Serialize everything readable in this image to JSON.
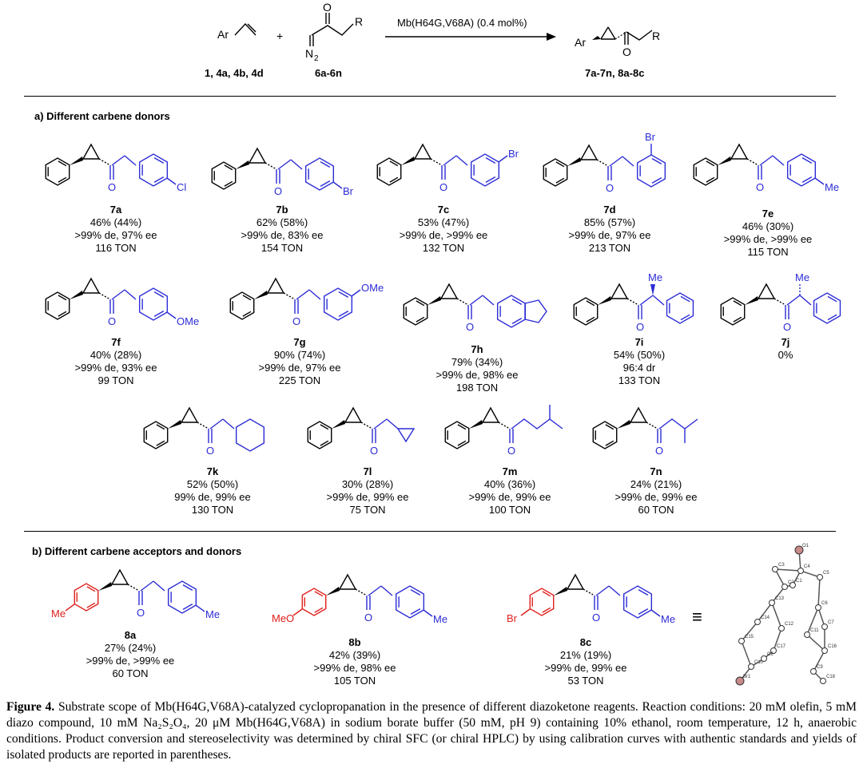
{
  "scheme": {
    "reagent1_text": "Ar",
    "reagent2_top": "O",
    "reagent2_r": "R",
    "reagent2_n2": "N",
    "reagent2_n2_sub": "2",
    "plus": "+",
    "catalyst": "Mb(H64G,V68A) (0.4 mol%)",
    "product_ar": "Ar",
    "product_o": "O",
    "product_r": "R",
    "label1": "1, 4a, 4b, 4d",
    "label2": "6a-6n",
    "label3": "7a-7n, 8a-8c"
  },
  "section_a": {
    "header": "a) Different carbene donors"
  },
  "section_b": {
    "header": "b) Different carbene acceptors and donors"
  },
  "compounds": [
    {
      "id": "7a",
      "yield": "46% (44%)",
      "sel": ">99% de, 97% ee",
      "ton": "116 TON",
      "sub": "Cl"
    },
    {
      "id": "7b",
      "yield": "62% (58%)",
      "sel": ">99% de, 83% ee",
      "ton": "154 TON",
      "sub": "Br"
    },
    {
      "id": "7c",
      "yield": "53% (47%)",
      "sel": ">99% de, >99% ee",
      "ton": "132 TON",
      "sub": "Br"
    },
    {
      "id": "7d",
      "yield": "85% (57%)",
      "sel": ">99% de, 97% ee",
      "ton": "213 TON",
      "sub": "Br"
    },
    {
      "id": "7e",
      "yield": "46% (30%)",
      "sel": ">99% de, >99% ee",
      "ton": "115 TON",
      "sub": "Me"
    },
    {
      "id": "7f",
      "yield": "40% (28%)",
      "sel": ">99% de, 93% ee",
      "ton": "99 TON",
      "sub": "OMe"
    },
    {
      "id": "7g",
      "yield": "90% (74%)",
      "sel": ">99% de, 97% ee",
      "ton": "225 TON",
      "sub": "OMe"
    },
    {
      "id": "7h",
      "yield": "79% (34%)",
      "sel": ">99% de, 98% ee",
      "ton": "198 TON"
    },
    {
      "id": "7i",
      "yield": "54% (50%)",
      "sel": "96:4 dr",
      "ton": "133 TON",
      "sub": "Me"
    },
    {
      "id": "7j",
      "yield": "0%",
      "sub": "Me"
    },
    {
      "id": "7k",
      "yield": "52% (50%)",
      "sel": "99% de, 99% ee",
      "ton": "130 TON"
    },
    {
      "id": "7l",
      "yield": "30% (28%)",
      "sel": ">99% de, 99% ee",
      "ton": "75 TON"
    },
    {
      "id": "7m",
      "yield": "40% (36%)",
      "sel": ">99% de, 99% ee",
      "ton": "100 TON"
    },
    {
      "id": "7n",
      "yield": "24% (21%)",
      "sel": ">99% de, 99% ee",
      "ton": "60 TON"
    },
    {
      "id": "8a",
      "yield": "27% (24%)",
      "sel": ">99% de, >99% ee",
      "ton": "60 TON",
      "sub_left": "Me",
      "sub": "Me"
    },
    {
      "id": "8b",
      "yield": "42% (39%)",
      "sel": ">99% de, 98% ee",
      "ton": "105 TON",
      "sub_left": "MeO",
      "sub": "Me"
    },
    {
      "id": "8c",
      "yield": "21% (19%)",
      "sel": ">99% de, 99% ee",
      "ton": "53 TON",
      "sub_left": "Br",
      "sub": "Me"
    }
  ],
  "ortep_equals": "≡",
  "ortep_atoms": [
    "O1",
    "C3",
    "C4",
    "C2",
    "C1",
    "C5",
    "C13",
    "C14",
    "C12",
    "C6",
    "C15",
    "C11",
    "C7",
    "C10",
    "C16",
    "C17",
    "C8",
    "C9",
    "C18",
    "Br1"
  ],
  "colors": {
    "blue": "#2b2bd6",
    "red": "#e0201b",
    "black": "#000000"
  },
  "caption": {
    "label": "Figure 4.",
    "text": " Substrate scope of Mb(H64G,V68A)-catalyzed cyclopropanation in the presence of different diazoketone reagents. Reaction conditions: 20 mM olefin, 5 mM diazo compound, 10 mM Na₂S₂O₄, 20 μM Mb(H64G,V68A) in sodium borate buffer (50 mM, pH 9) containing 10% ethanol, room temperature, 12 h, anaerobic conditions. Product conversion and stereoselectivity was determined by chiral SFC (or chiral HPLC) by using calibration curves with authentic standards and yields of isolated products are reported in parentheses."
  }
}
